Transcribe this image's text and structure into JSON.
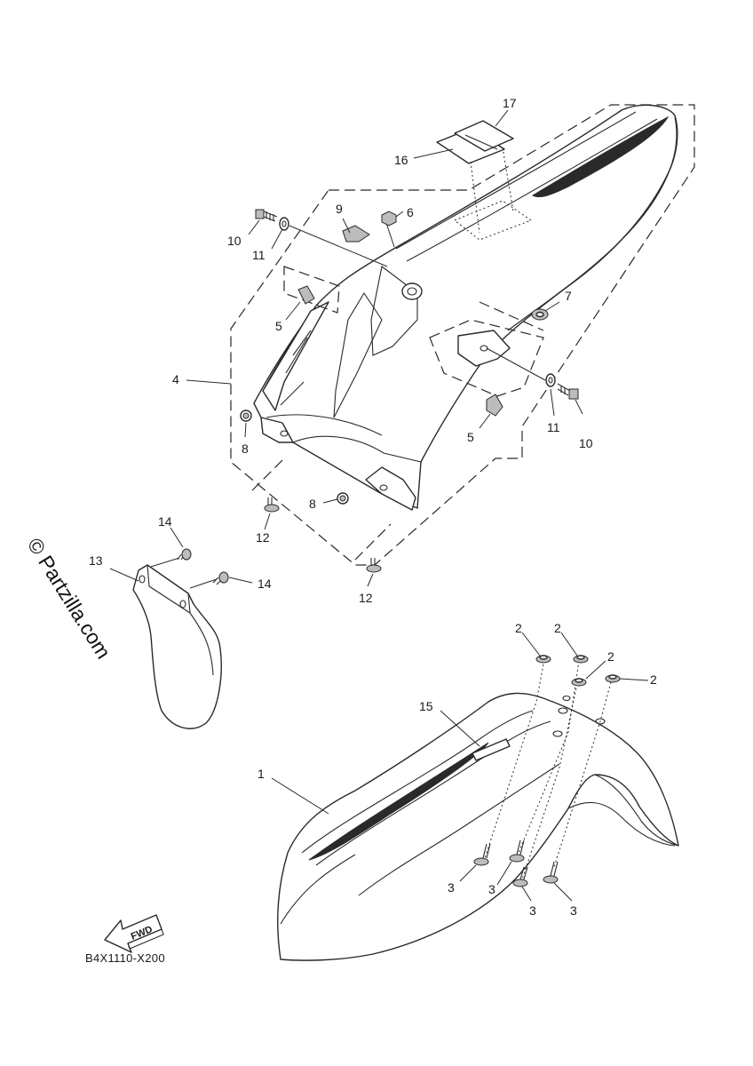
{
  "diagram": {
    "watermark": "© Partzilla.com",
    "diagram_code": "B4X1110-X200",
    "fwd_label": "FWD",
    "callouts": {
      "c17": "17",
      "c16": "16",
      "c9": "9",
      "c6": "6",
      "c10a": "10",
      "c11a": "11",
      "c5a": "5",
      "c7": "7",
      "c4": "4",
      "c11b": "11",
      "c10b": "10",
      "c5b": "5",
      "c8a": "8",
      "c8b": "8",
      "c12a": "12",
      "c12b": "12",
      "c14a": "14",
      "c13": "13",
      "c14b": "14",
      "c2a": "2",
      "c2b": "2",
      "c2c": "2",
      "c2d": "2",
      "c15": "15",
      "c1": "1",
      "c3a": "3",
      "c3b": "3",
      "c3c": "3",
      "c3d": "3"
    }
  }
}
